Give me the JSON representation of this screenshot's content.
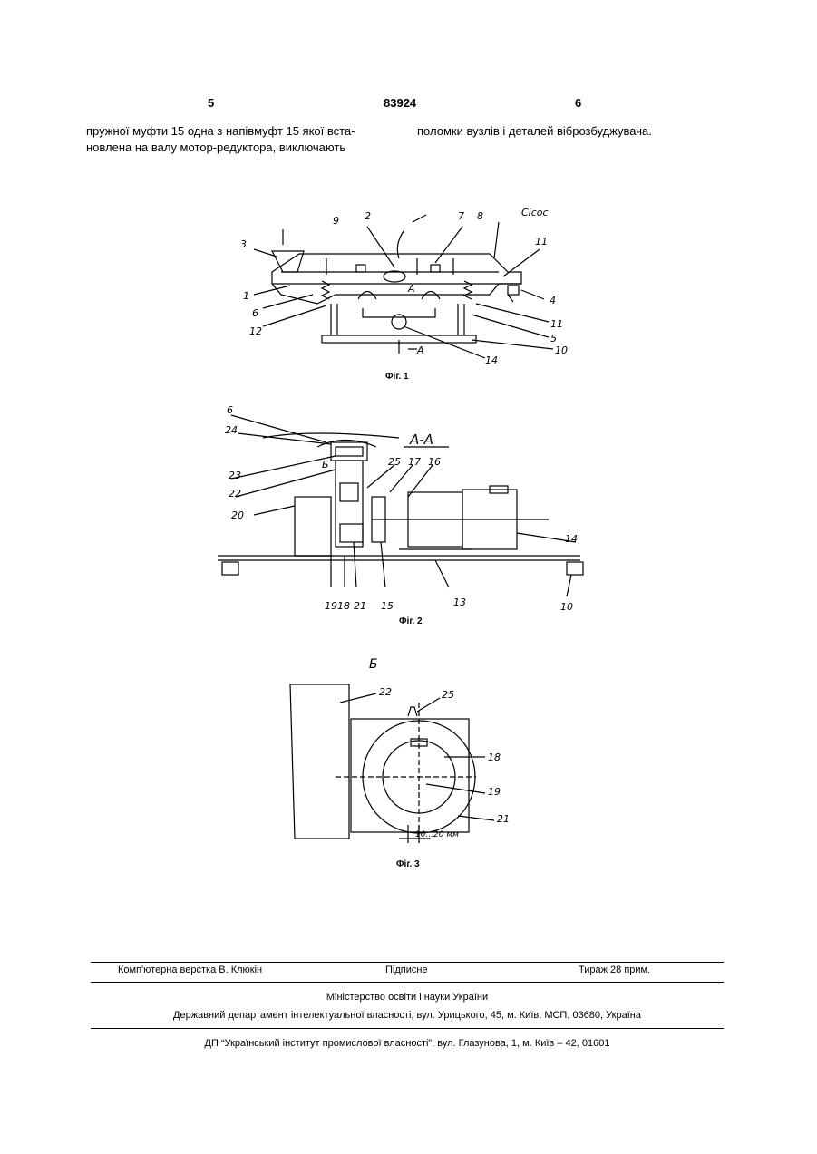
{
  "header": {
    "page_left": "5",
    "patent_number": "83924",
    "page_right": "6"
  },
  "body": {
    "left_line1": "пружної муфти 15 одна з напівмуфт 15 якої вста-",
    "left_line2": "новлена на валу мотор-редуктора, виключають",
    "right_line1": "поломки вузлів і деталей віброзбуджувача."
  },
  "fig1": {
    "caption": "Фіг. 1",
    "labels": [
      "3",
      "9",
      "2",
      "7",
      "8",
      "Сісос",
      "11",
      "1",
      "А",
      "4",
      "6",
      "12",
      "11",
      "5",
      "10",
      "А",
      "14"
    ]
  },
  "fig2": {
    "caption": "Фіг. 2",
    "section": "А-А",
    "labels": [
      "6",
      "24",
      "23",
      "Б",
      "22",
      "20",
      "25",
      "17",
      "16",
      "14",
      "19",
      "18",
      "21",
      "15",
      "13",
      "10"
    ]
  },
  "fig3": {
    "caption": "Фіг. 3",
    "view": "Б",
    "labels": [
      "22",
      "25",
      "18",
      "19",
      "21"
    ],
    "dimension": "10...20 мм"
  },
  "footer": {
    "typesetter": "Комп'ютерна верстка В. Клюкін",
    "signed": "Підписне",
    "circulation": "Тираж 28 прим.",
    "ministry": "Міністерство освіти і науки України",
    "department": "Державний департамент інтелектуальної власності, вул. Урицького, 45, м. Київ, МСП, 03680, Україна",
    "institute": "ДП “Український інститут промислової власності”, вул. Глазунова, 1, м. Київ – 42, 01601"
  }
}
